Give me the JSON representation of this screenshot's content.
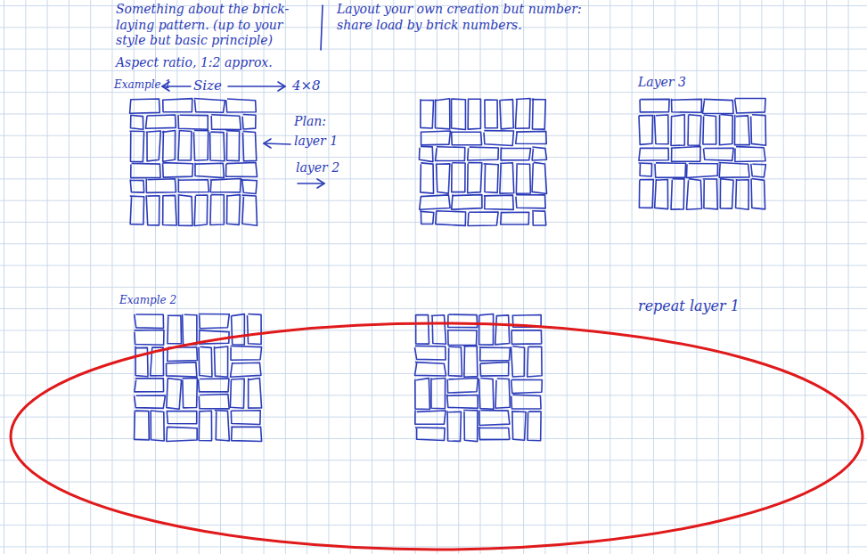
{
  "diagram": {
    "labels": [
      "Something about the brick-laying pattern. (up to your style but basic principle)",
      "Layout your own creation but number: share load by brick numbers.",
      "Aspect ratio, 1:2 approx.",
      "Example 1",
      "Size",
      "4×8",
      "Layer 3",
      "Plan:",
      "layer 1",
      "layer 2",
      "Example 2",
      "repeat layer 1"
    ]
  }
}
